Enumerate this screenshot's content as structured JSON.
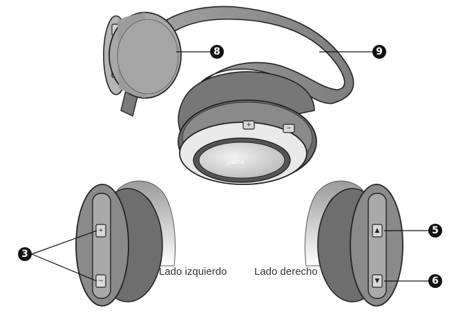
{
  "labels": {
    "left_side": "Lado izquierdo",
    "right_side": "Lado derecho"
  },
  "brand": "Jabra",
  "callouts": {
    "c3": "3",
    "c5": "5",
    "c6": "6",
    "c8": "8",
    "c9": "9"
  },
  "buttons": {
    "volume_up": "+",
    "volume_down": "−",
    "track_up": "▲",
    "track_down": "▼"
  },
  "colors": {
    "outline": "#222222",
    "band": "#8c8c8c",
    "cup_dark": "#6b6b6b",
    "cup_mid": "#9a9a9a",
    "cup_light": "#c8c8c8",
    "callout": "#111111"
  }
}
